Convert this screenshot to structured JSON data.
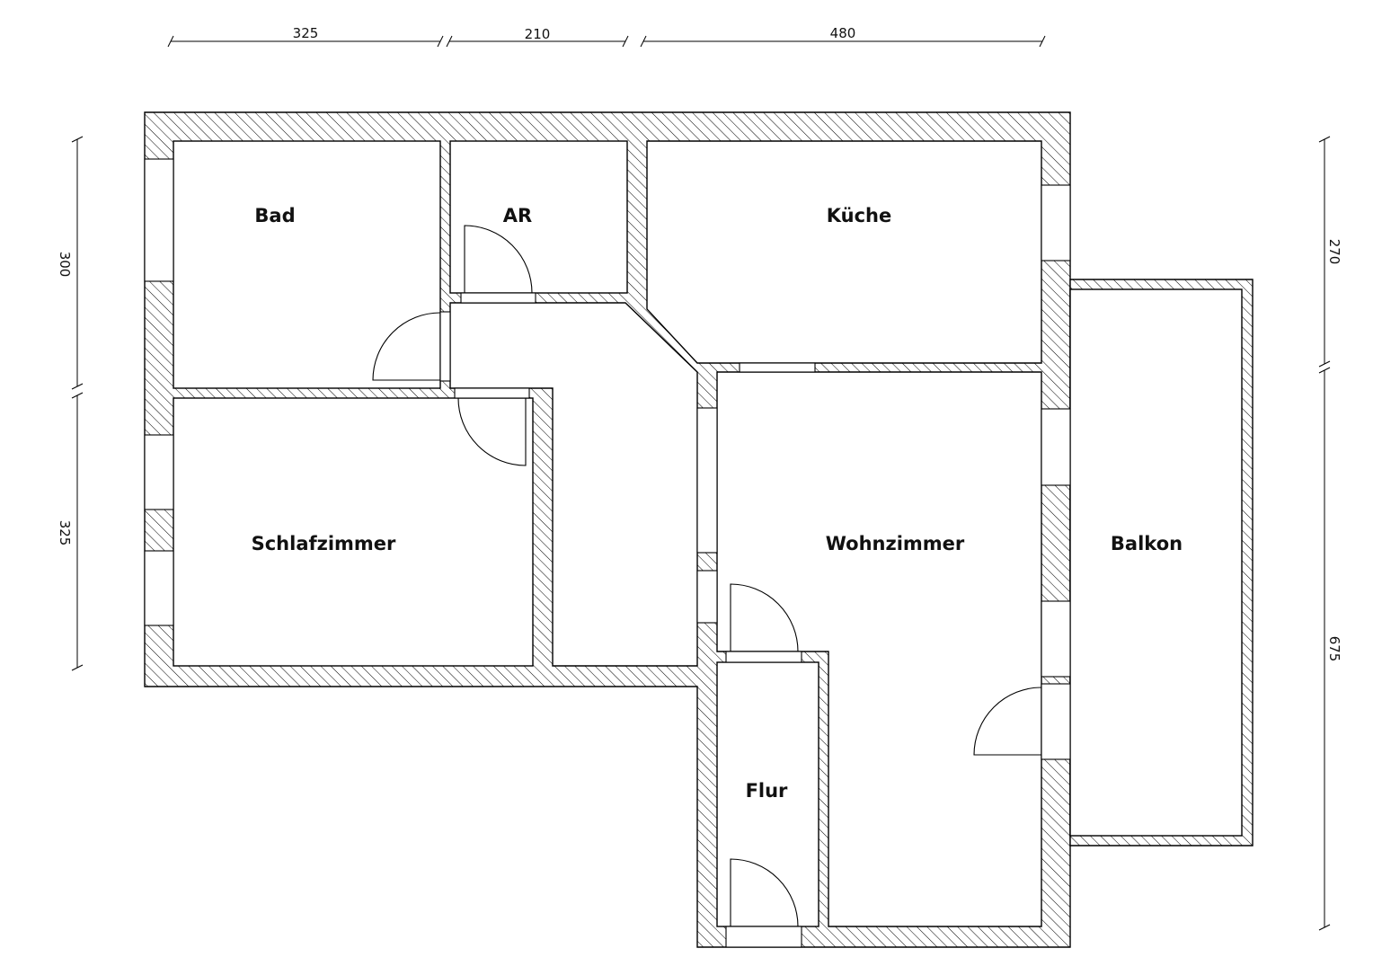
{
  "rooms": {
    "bad": "Bad",
    "ar": "AR",
    "kueche": "Küche",
    "schlafzimmer": "Schlafzimmer",
    "wohnzimmer": "Wohnzimmer",
    "balkon": "Balkon",
    "flur": "Flur"
  },
  "dimensions": {
    "top": [
      "325",
      "210",
      "480"
    ],
    "left": [
      "300",
      "325"
    ],
    "right": [
      "270",
      "675"
    ]
  }
}
